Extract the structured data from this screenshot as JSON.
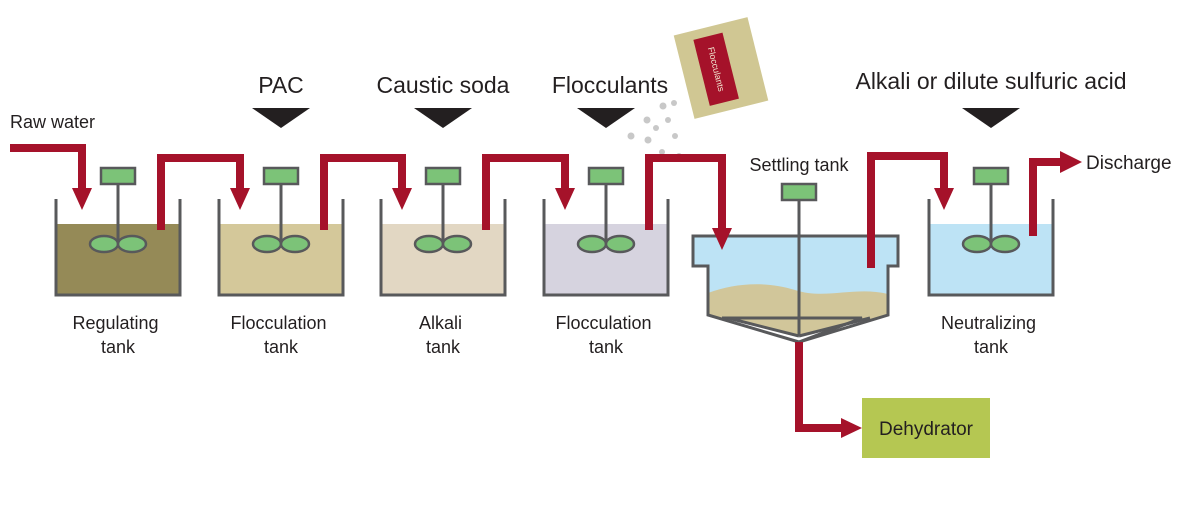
{
  "inputs": {
    "raw_water": "Raw water",
    "pac": "PAC",
    "caustic_soda": "Caustic soda",
    "flocculants": "Flocculants",
    "alkali_acid": "Alkali or dilute sulfuric acid",
    "bag_label": "Flocculants"
  },
  "tanks": {
    "regulating": [
      "Regulating",
      "tank"
    ],
    "flocculation1": [
      "Flocculation",
      "tank"
    ],
    "alkali": [
      "Alkali",
      "tank"
    ],
    "flocculation2": [
      "Flocculation",
      "tank"
    ],
    "settling": "Settling tank",
    "neutralizing": [
      "Neutralizing",
      "tank"
    ]
  },
  "outputs": {
    "discharge": "Discharge",
    "dehydrator": "Dehydrator"
  },
  "colors": {
    "pipe": "#a5122a",
    "regulating_liquid": "#958a57",
    "flocculation1_liquid": "#d4c89a",
    "alkali_liquid": "#e2d7c3",
    "flocculation2_liquid": "#d6d3df",
    "clear_water": "#bde3f5",
    "sludge": "#d1c69a",
    "dehydrator_box": "#b5c752",
    "flocculant_bag": "#d0c793",
    "flocculant_bag_label": "#a5122a",
    "mixer": "#7cc378"
  }
}
